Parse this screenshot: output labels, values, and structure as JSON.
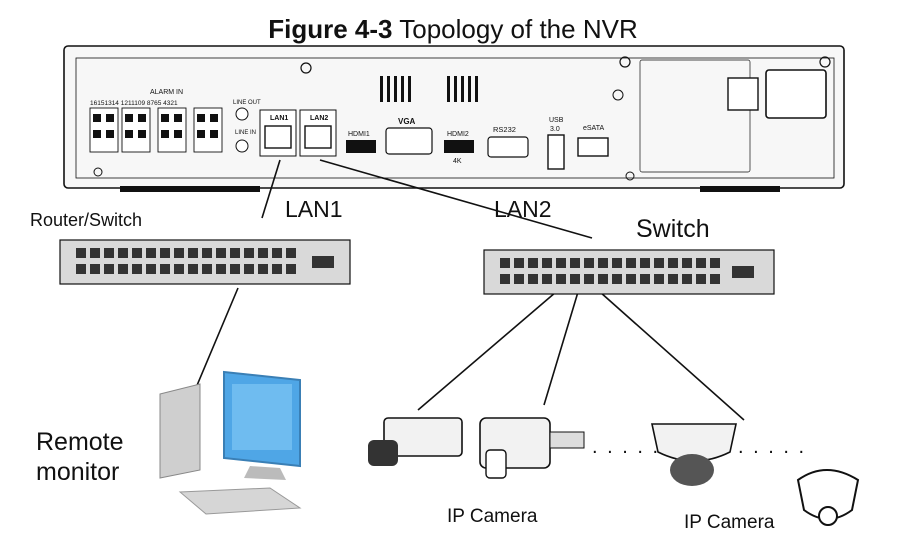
{
  "title": {
    "bold": "Figure 4-3",
    "rest": " Topology of the NVR"
  },
  "nvr": {
    "alarm_in": "ALARM IN",
    "alarm_numbers": "16151314  1211109  8765  4321",
    "line_out": "LINE OUT",
    "line_in": "LINE IN",
    "lan1": "LAN1",
    "lan2": "LAN2",
    "hdmi1": "HDMI1",
    "vga": "VGA",
    "hdmi2": "HDMI2",
    "hdmi2_sub": "4K",
    "rs232": "RS232",
    "usb": "USB",
    "usb_ver": "3.0",
    "esata": "eSATA"
  },
  "labels": {
    "lan1": "LAN1",
    "lan2": "LAN2",
    "router_switch": "Router/Switch",
    "switch": "Switch",
    "remote_line1": "Remote",
    "remote_line2": "monitor",
    "ip_camera_1": "IP Camera",
    "ip_camera_2": "IP Camera",
    "dots": ". . . . ."
  },
  "colors": {
    "line": "#111111",
    "device_fill": "#f2f2f2",
    "switch_fill": "#d9d9d9",
    "monitor_blue": "#4fa6e6"
  }
}
